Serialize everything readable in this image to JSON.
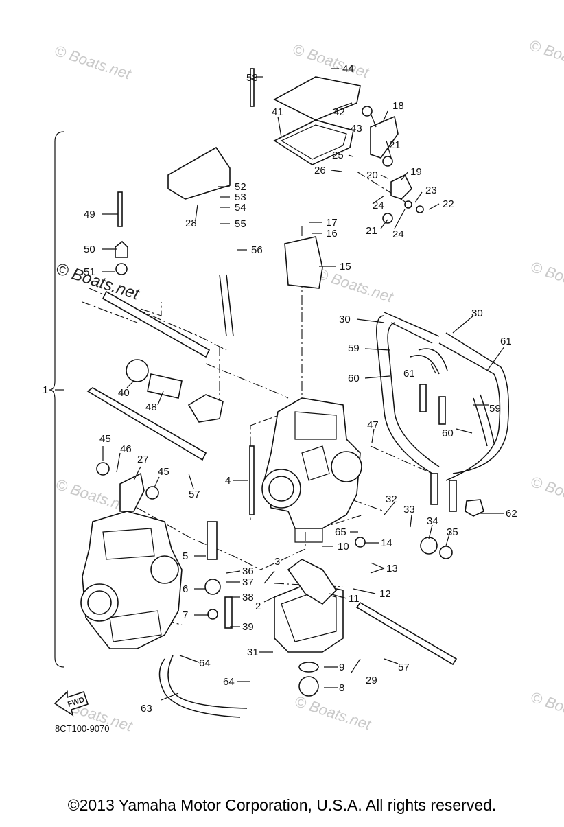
{
  "diagram": {
    "part_labels": [
      "1",
      "2",
      "3",
      "4",
      "5",
      "6",
      "7",
      "8",
      "9",
      "10",
      "11",
      "12",
      "13",
      "14",
      "15",
      "16",
      "17",
      "18",
      "19",
      "20",
      "21",
      "21",
      "22",
      "23",
      "24",
      "24",
      "25",
      "26",
      "27",
      "28",
      "29",
      "30",
      "30",
      "31",
      "32",
      "33",
      "34",
      "35",
      "36",
      "37",
      "38",
      "39",
      "40",
      "41",
      "42",
      "43",
      "44",
      "45",
      "45",
      "46",
      "47",
      "48",
      "49",
      "50",
      "51",
      "52",
      "53",
      "54",
      "55",
      "56",
      "57",
      "57",
      "58",
      "59",
      "59",
      "60",
      "60",
      "61",
      "61",
      "62",
      "63",
      "64",
      "64",
      "65"
    ],
    "diagram_code": "8CT100-9070",
    "fwd_label": "FWD",
    "watermark": "© Boats.net"
  },
  "footer": {
    "copyright": "©2013 Yamaha Motor Corporation, U.S.A. All rights reserved."
  }
}
